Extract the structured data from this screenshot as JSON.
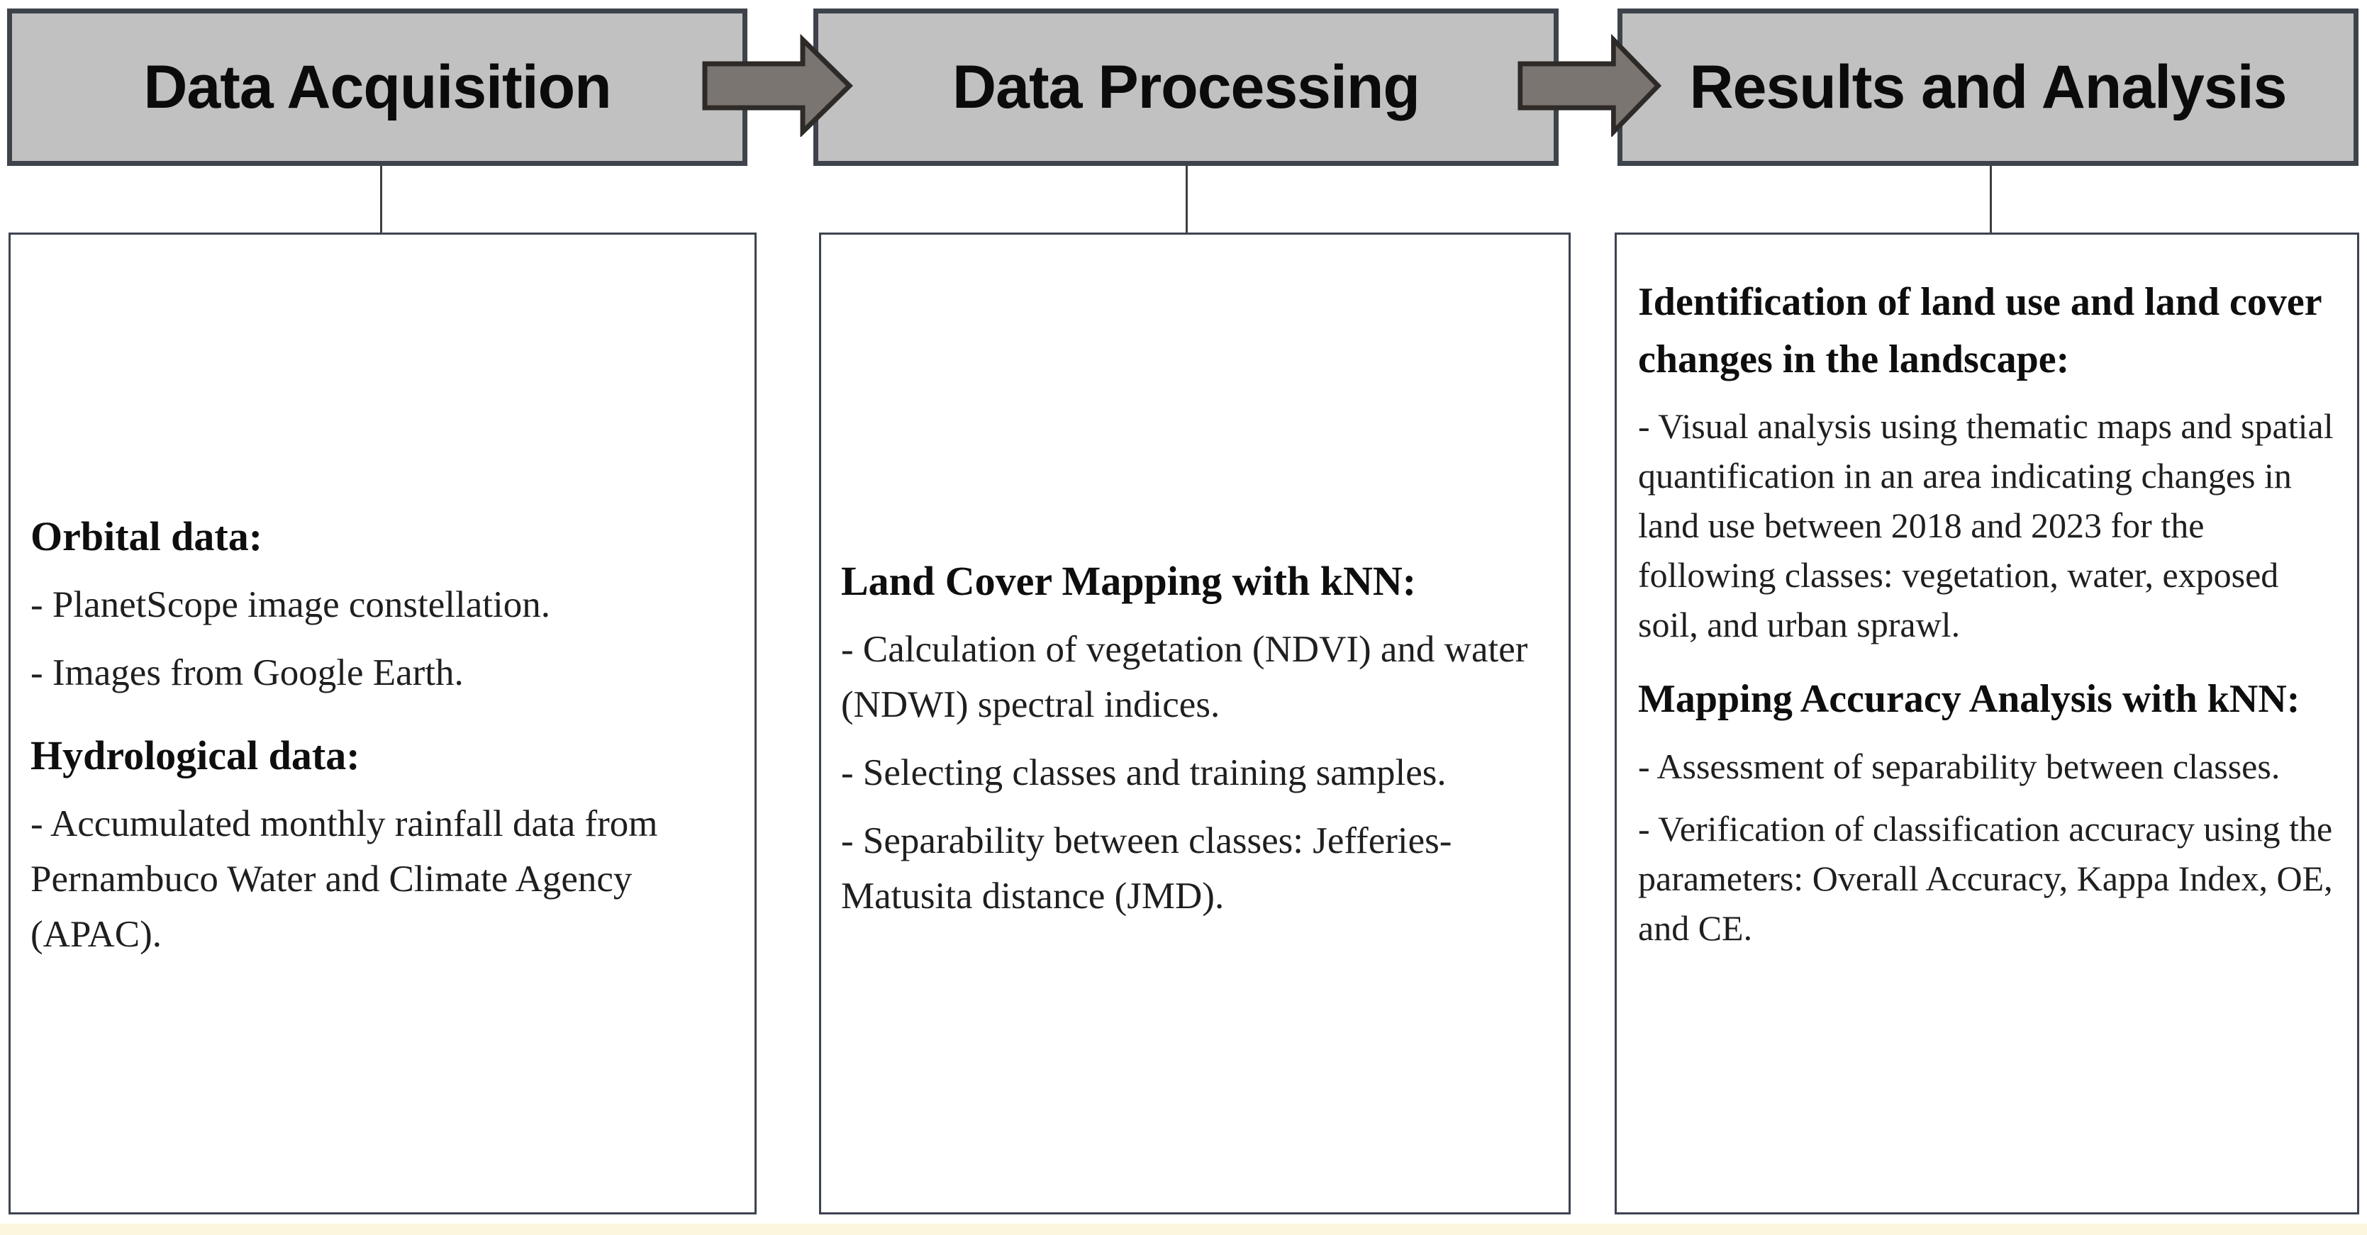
{
  "figure_type": "methodology-flowchart",
  "colors": {
    "header_fill": "#c1c1c1",
    "header_border": "#3e434b",
    "content_border": "#3d4351",
    "arrow_fill": "#7b7571",
    "arrow_stroke": "#2d2a28",
    "connector": "#3f3f3f",
    "text": "#1f1f1f",
    "bottom_strip": "#fbf6dd"
  },
  "columns": [
    {
      "header": "Data Acquisition",
      "sections": [
        {
          "heading": "Orbital data:",
          "bullets": [
            "- PlanetScope image constellation.",
            "- Images from Google Earth."
          ]
        },
        {
          "heading": "Hydrological data:",
          "bullets": [
            "- Accumulated monthly rainfall data from Pernambuco Water and Climate Agency (APAC)."
          ]
        }
      ]
    },
    {
      "header": "Data Processing",
      "sections": [
        {
          "heading": "Land Cover Mapping with kNN:",
          "bullets": [
            "- Calculation of vegetation (NDVI) and water (NDWI) spectral indices.",
            "- Selecting classes and training samples.",
            "- Separability between classes: Jefferies-Matusita distance (JMD)."
          ]
        }
      ]
    },
    {
      "header": "Results and Analysis",
      "sections": [
        {
          "heading": "Identification of land use and land cover changes in the landscape:",
          "bullets": [
            "- Visual analysis using thematic maps and spatial quantification in an area indicating changes in land use between 2018 and 2023 for the following classes: vegetation, water, exposed soil, and urban sprawl."
          ]
        },
        {
          "heading": "Mapping Accuracy Analysis with kNN:",
          "bullets": [
            "- Assessment of separability between classes.",
            "- Verification of classification accuracy using the parameters: Overall Accuracy, Kappa Index, OE, and CE."
          ]
        }
      ]
    }
  ]
}
